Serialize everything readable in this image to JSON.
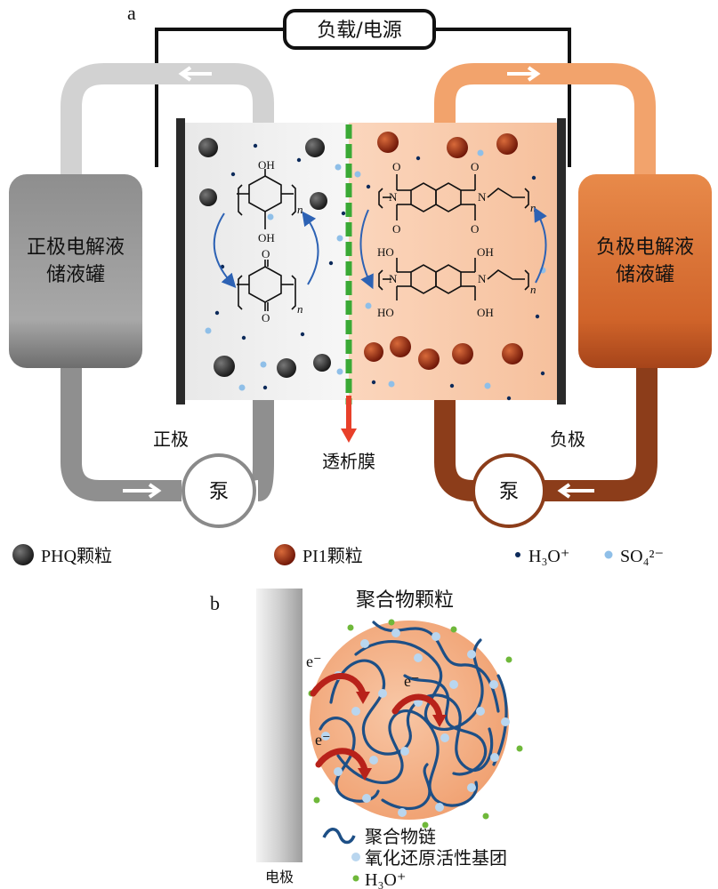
{
  "panel_a": {
    "label": "a",
    "load_box": "负载/电源",
    "left_tank": [
      "正极电解液",
      "储液罐"
    ],
    "right_tank": [
      "负极电解液",
      "储液罐"
    ],
    "left_electrode": "正极",
    "right_electrode": "负极",
    "membrane": "透析膜",
    "pump": "泵",
    "chem": {
      "oh": "OH",
      "o": "O",
      "n_sub": "n",
      "n_atom": "N",
      "ho": "HO"
    },
    "legend": {
      "phq": "PHQ颗粒",
      "pi1": "PI1颗粒",
      "h3o": "H₃O⁺",
      "so4": "SO₄²⁻"
    }
  },
  "panel_b": {
    "label": "b",
    "particle_title": "聚合物颗粒",
    "electrode": "电极",
    "electron": "e⁻",
    "legend": {
      "chain": "聚合物链",
      "group": "氧化还原活性基团",
      "h3o": "H₃O⁺"
    }
  },
  "colors": {
    "left_tube": "#cfcfcf",
    "left_tank": "#9a9a9a",
    "right_tube": "#f1a36a",
    "right_tank": "#d0642a",
    "lower_right_tube": "#8c3d1a",
    "membrane_green": "#3aa935",
    "membrane_red": "#e8402a",
    "phq_particle": "#333333",
    "pi1_particle": "#8a1c0c",
    "h3o_dot": "#0c2a5a",
    "so4_dot": "#8fbfe8",
    "chain": "#1d4f86",
    "particle_fill": "#f2a57a",
    "arrow_red": "#b8221a"
  }
}
